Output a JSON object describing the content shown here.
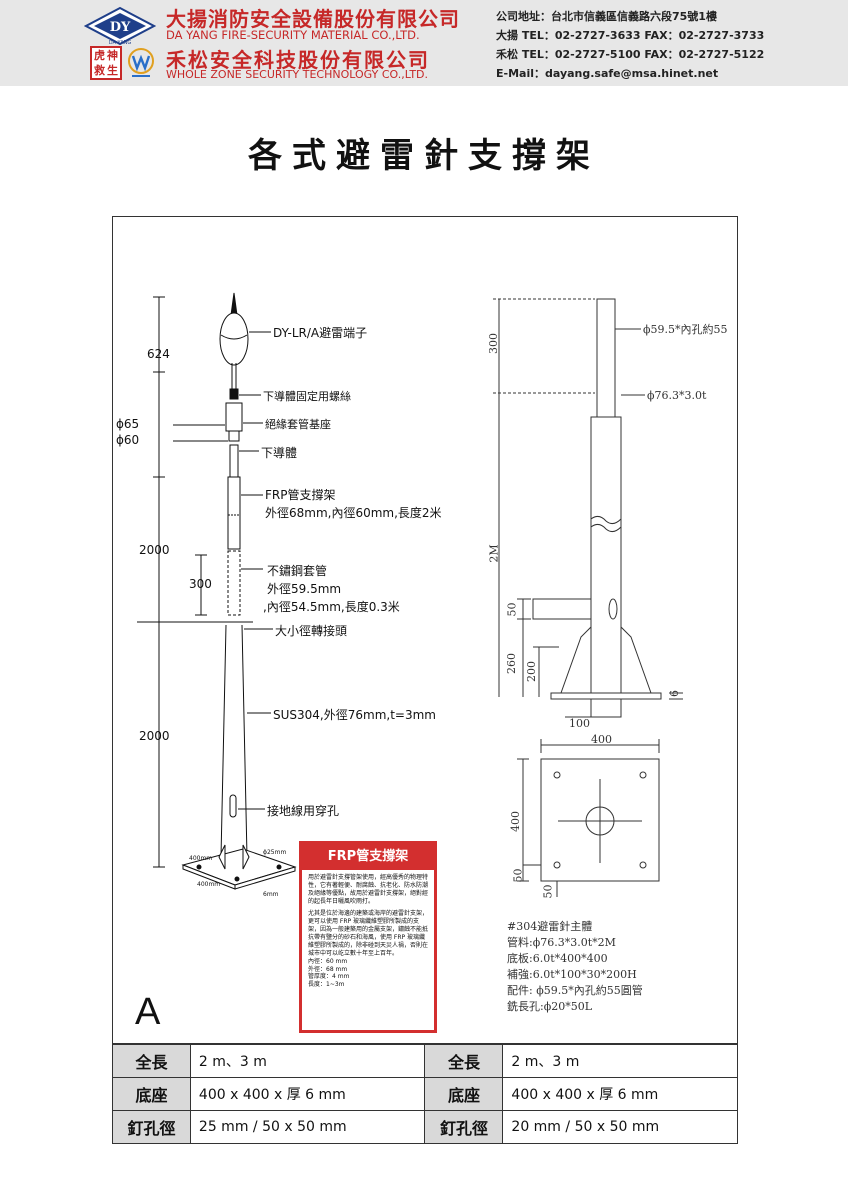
{
  "header": {
    "company1_zh": "大揚消防安全設備股份有限公司",
    "company1_en": "DA YANG FIRE-SECURITY MATERIAL CO.,LTD.",
    "company2_zh": "禾松安全科技股份有限公司",
    "company2_en": "WHOLE ZONE SECURITY TECHNOLOGY CO.,LTD.",
    "logo_dy_text": "DY",
    "logo_dy_sub": "DA YANG",
    "logo_hu_chars": [
      "虎",
      "神",
      "救",
      "生"
    ],
    "contact": [
      "公司地址：台北市信義區信義路六段75號1樓",
      "大揚 TEL：02-2727-3633 FAX：02-2727-3733",
      "禾松 TEL：02-2727-5100 FAX：02-2727-5122",
      "E-Mail：dayang.safe@msa.hinet.net"
    ]
  },
  "title": "各式避雷針支撐架",
  "drawing_a": {
    "section_letter": "A",
    "dims": {
      "d624": "624",
      "d2000_top": "2000",
      "d300": "300",
      "d2000_bottom": "2000",
      "phi65": "ϕ65",
      "phi60": "ϕ60"
    },
    "labels": {
      "terminal": "DY-LR/A避雷端子",
      "bolt": "下導體固定用螺絲",
      "insulator": "絕緣套管基座",
      "conductor": "下導體",
      "frp_title": "FRP管支撐架",
      "frp_spec": "外徑68mm,內徑60mm,長度2米",
      "sleeve_title": "不鏽鋼套管",
      "sleeve_od": "外徑59.5mm",
      "sleeve_id": ",內徑54.5mm,長度0.3米",
      "reducer": "大小徑轉接頭",
      "sus": "SUS304,外徑76mm,t=3mm",
      "ground_hole": "接地線用穿孔"
    },
    "base_labels": {
      "side1": "400mm",
      "side2": "400mm",
      "thick": "6mm",
      "hole": "ϕ25mm"
    }
  },
  "frp_box": {
    "title": "FRP管支撐架",
    "para1": "用於避雷針支撐管架使用，經高優秀的物理特性，它有著輕便、耐腐蝕、抗老化、防水防潮及絕緣等優點，故用於避雷針支撐架，絕對經的起長年日曬風吹雨打。",
    "para2": "尤其是位於海邊的建築或海岸的避雷針支架，更可以使用 FRP 玻璃纖維塑膠所製成的支架，因為一般建築用的金屬支架，鏽蝕不能抵抗帶有鹽分的砂石和海風，使用 FRP 玻璃纖維塑膠所製成的，除非碰到天災人禍，否則在城市中可以屹立數十年至上百年。",
    "specs": [
      "內徑：60 mm",
      "外徑：68 mm",
      "管厚度：4 mm",
      "長度：1~3m"
    ]
  },
  "drawing_b": {
    "dims": {
      "d300": "300",
      "d2m": "2M",
      "d50": "50",
      "d260": "260",
      "d200": "200",
      "d6": "6",
      "d100": "100",
      "d400_top": "400",
      "d400_side": "400",
      "d50a": "50",
      "d50b": "50"
    },
    "labels": {
      "inner_pipe": "ϕ59.5*內孔約55",
      "outer_pipe": "ϕ76.3*3.0t"
    },
    "notes": [
      "#304避雷針主體",
      "管料:ϕ76.3*3.0t*2M",
      "底板:6.0t*400*400",
      "補強:6.0t*100*30*200H",
      "配件: ϕ59.5*內孔約55圓管",
      "銑長孔:ϕ20*50L"
    ]
  },
  "spec_table": {
    "rows": [
      {
        "k1": "全長",
        "v1": "2 m、3 m",
        "k2": "全長",
        "v2": "2 m、3 m"
      },
      {
        "k1": "底座",
        "v1": "400 x 400 x 厚 6 mm",
        "k2": "底座",
        "v2": "400 x 400 x 厚 6 mm"
      },
      {
        "k1": "釘孔徑",
        "v1": "25 mm / 50 x 50 mm",
        "k2": "釘孔徑",
        "v2": "20 mm / 50 x 50 mm"
      }
    ]
  },
  "colors": {
    "brand_red": "#c62828",
    "frp_red": "#d32f2f",
    "header_bg": "#e7e7e7",
    "logo_navy": "#1f3f8a"
  }
}
